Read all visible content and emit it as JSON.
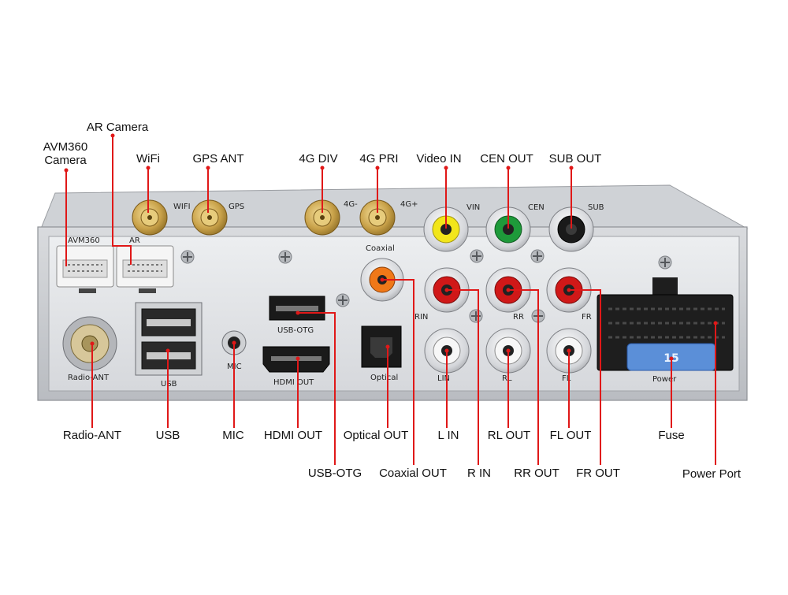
{
  "colors": {
    "leader": "#e01818",
    "chassis": "#c9ccd0",
    "panel": "#e4e6e9",
    "gold": "#c8a44a",
    "rca_white": "#f2f2f2",
    "rca_red": "#d01818",
    "rca_yellow": "#f2e61a",
    "rca_green": "#1e9a3a",
    "rca_orange": "#f07818",
    "fuse": "#5b8fd8"
  },
  "callouts": {
    "ar_camera": "AR Camera",
    "avm360_camera": "AVM360\nCamera",
    "wifi": "WiFi",
    "gps_ant": "GPS ANT",
    "g4_div": "4G DIV",
    "g4_pri": "4G PRI",
    "video_in": "Video IN",
    "cen_out": "CEN OUT",
    "sub_out": "SUB OUT",
    "radio_ant": "Radio-ANT",
    "usb": "USB",
    "mic": "MIC",
    "hdmi_out": "HDMI OUT",
    "optical_out": "Optical OUT",
    "l_in": "L IN",
    "rl_out": "RL OUT",
    "fl_out": "FL OUT",
    "fuse": "Fuse",
    "usb_otg": "USB-OTG",
    "coaxial_out": "Coaxial OUT",
    "r_in": "R IN",
    "rr_out": "RR OUT",
    "fr_out": "FR OUT",
    "power_port": "Power Port"
  },
  "panel_labels": {
    "wifi": "WIFI",
    "gps": "GPS",
    "g4_minus": "4G-",
    "g4_plus": "4G+",
    "vin": "VIN",
    "cen": "CEN",
    "sub": "SUB",
    "avm360": "AVM360",
    "ar": "AR",
    "coaxial": "Coaxial",
    "rin": "RIN",
    "rr": "RR",
    "fr": "FR",
    "usb_otg": "USB-OTG",
    "radio_ant": "Radio-ANT",
    "usb": "USB",
    "mic": "MIC",
    "hdmi_out": "HDMI OUT",
    "optical": "Optical",
    "lin": "LIN",
    "rl": "RL",
    "fl": "FL",
    "power": "Power",
    "fuse_rating": "15"
  },
  "icons": [
    "sma-antenna-connector",
    "rca-jack",
    "usb-a-port",
    "usb-otg-port",
    "hdmi-port",
    "optical-toslink-port",
    "mic-jack",
    "radio-antenna-socket",
    "camera-connector",
    "power-harness-connector",
    "blade-fuse",
    "phillips-screw"
  ]
}
